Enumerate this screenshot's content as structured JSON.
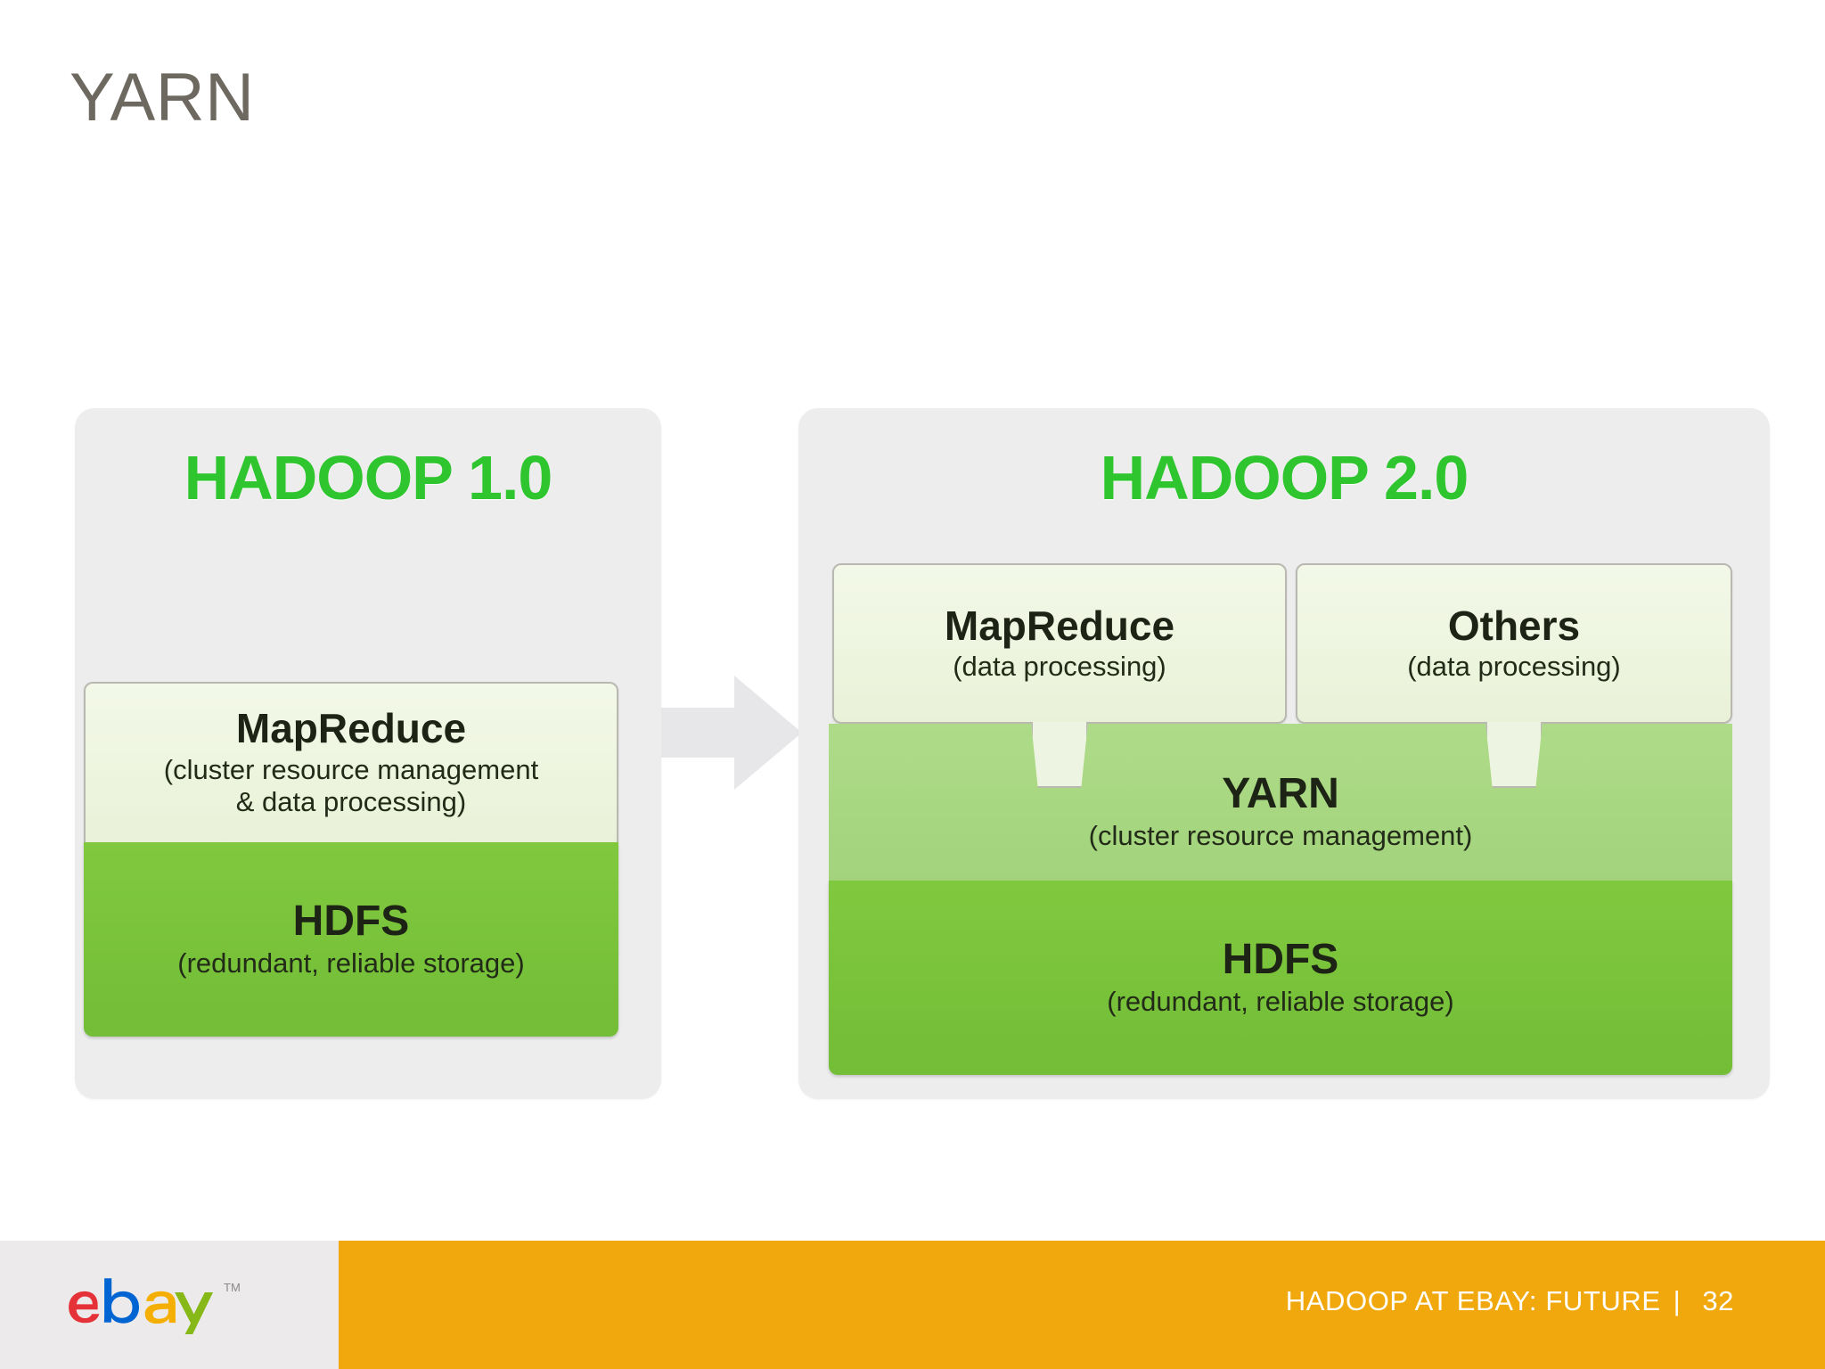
{
  "slide": {
    "title": "YARN"
  },
  "diagram": {
    "left_panel": {
      "heading": "HADOOP 1.0",
      "layers": [
        {
          "name": "mapreduce",
          "title": "MapReduce",
          "subtitle_line1": "(cluster resource management",
          "subtitle_line2": "& data processing)",
          "color": "#eef5de"
        },
        {
          "name": "hdfs",
          "title": "HDFS",
          "subtitle": "(redundant, reliable storage)",
          "color": "#7ac943"
        }
      ]
    },
    "transition_arrow": {
      "icon": "arrow-right-icon",
      "color": "#e7e7ea"
    },
    "right_panel": {
      "heading": "HADOOP 2.0",
      "top_boxes": [
        {
          "name": "mapreduce",
          "title": "MapReduce",
          "subtitle": "(data processing)",
          "color": "#eef5de"
        },
        {
          "name": "others",
          "title": "Others",
          "subtitle": "(data processing)",
          "color": "#eef5de"
        }
      ],
      "layers": [
        {
          "name": "yarn",
          "title": "YARN",
          "subtitle": "(cluster resource management)",
          "color": "#a5d67e"
        },
        {
          "name": "hdfs",
          "title": "HDFS",
          "subtitle": "(redundant, reliable storage)",
          "color": "#7ac943"
        }
      ]
    }
  },
  "footer": {
    "logo_text": "ebay",
    "logo_tm": "™",
    "deck_title": "HADOOP AT EBAY: FUTURE",
    "separator": "|",
    "page_number": "32",
    "bar_color": "#f0a80c"
  },
  "colors": {
    "title_gray": "#6e6960",
    "brand_green": "#2fc52f",
    "hdfs_green": "#7ac943",
    "yarn_green": "#a5d67e",
    "panel_gray": "#eeedee",
    "footer_amber": "#f0a80c"
  }
}
